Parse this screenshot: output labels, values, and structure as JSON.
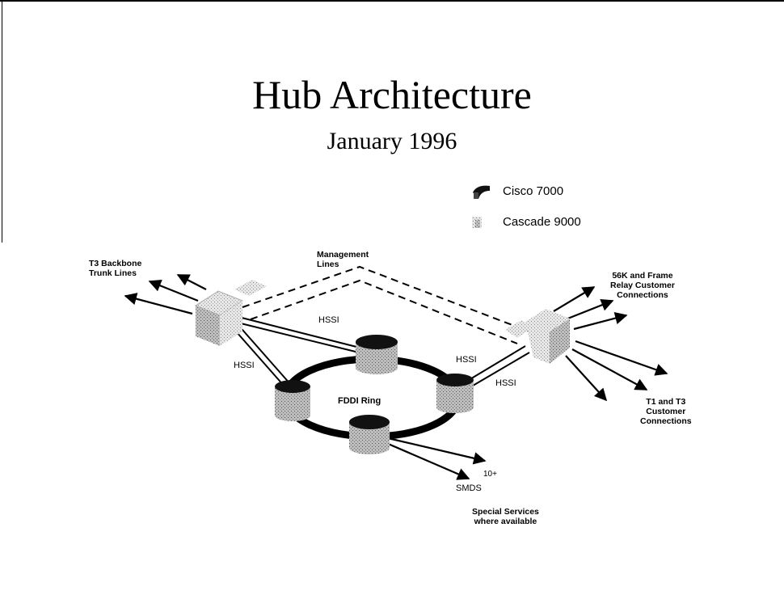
{
  "slide": {
    "title": "Hub Architecture",
    "subtitle": "January 1996"
  },
  "legend": {
    "items": [
      {
        "label": "Cisco 7000",
        "icon": "router-icon"
      },
      {
        "label": "Cascade 9000",
        "icon": "switch-icon"
      }
    ]
  },
  "labels": {
    "t3_backbone": [
      "T3 Backbone",
      "Trunk Lines"
    ],
    "management": [
      "Management",
      "Lines"
    ],
    "relay": [
      "56K and Frame",
      "Relay Customer",
      "Connections"
    ],
    "t1t3": [
      "T1 and T3",
      "Customer",
      "Connections"
    ],
    "hssi": "HSSI",
    "fddi": "FDDI Ring",
    "ten": "10+",
    "smds": "SMDS",
    "special": [
      "Special Services",
      "where available"
    ]
  }
}
